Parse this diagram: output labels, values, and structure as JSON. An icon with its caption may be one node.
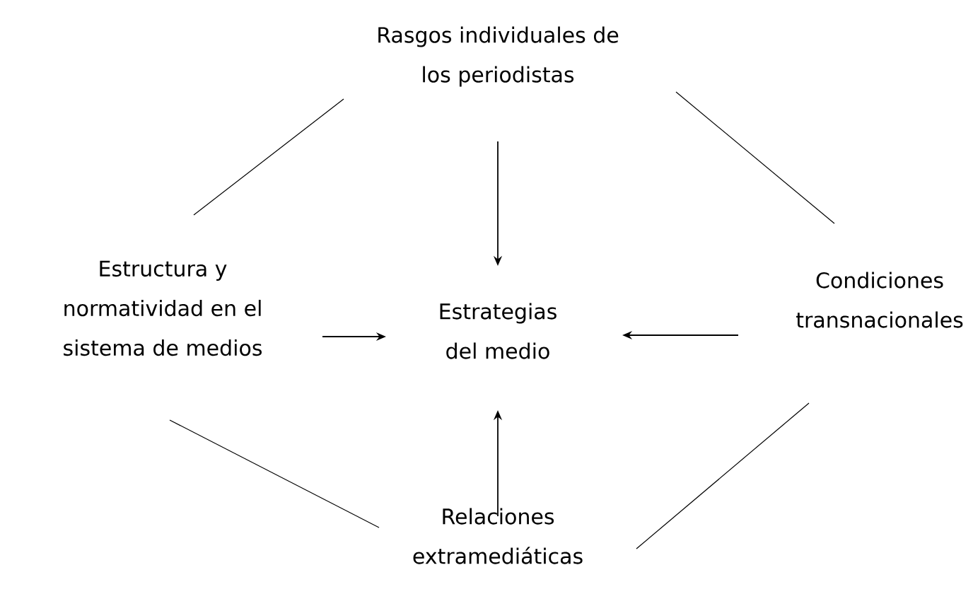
{
  "diagram": {
    "nodes": [
      {
        "text": [
          "Rasgos individuales de los periodistas"
        ]
      },
      {
        "text": [
          "Estructura y normatividad en el sistema de medios"
        ]
      },
      {
        "text": [
          "Estrategias del medio"
        ]
      },
      {
        "text": [
          "Condiciones transnacionales"
        ]
      },
      {
        "text": [
          "Relaciones extramediáticas"
        ]
      }
    ],
    "edges": [
      {
        "from": 0,
        "to": 2,
        "arrow": "to"
      },
      {
        "from": 1,
        "to": 2,
        "arrow": "to"
      },
      {
        "from": 3,
        "to": 2,
        "arrow": "to"
      },
      {
        "from": 4,
        "to": 2,
        "arrow": "to"
      },
      {
        "from": 0,
        "to": 1,
        "arrow": "none"
      },
      {
        "from": 0,
        "to": 3,
        "arrow": "none"
      },
      {
        "from": 1,
        "to": 4,
        "arrow": "none"
      },
      {
        "from": 4,
        "to": 3,
        "arrow": "none"
      }
    ]
  }
}
